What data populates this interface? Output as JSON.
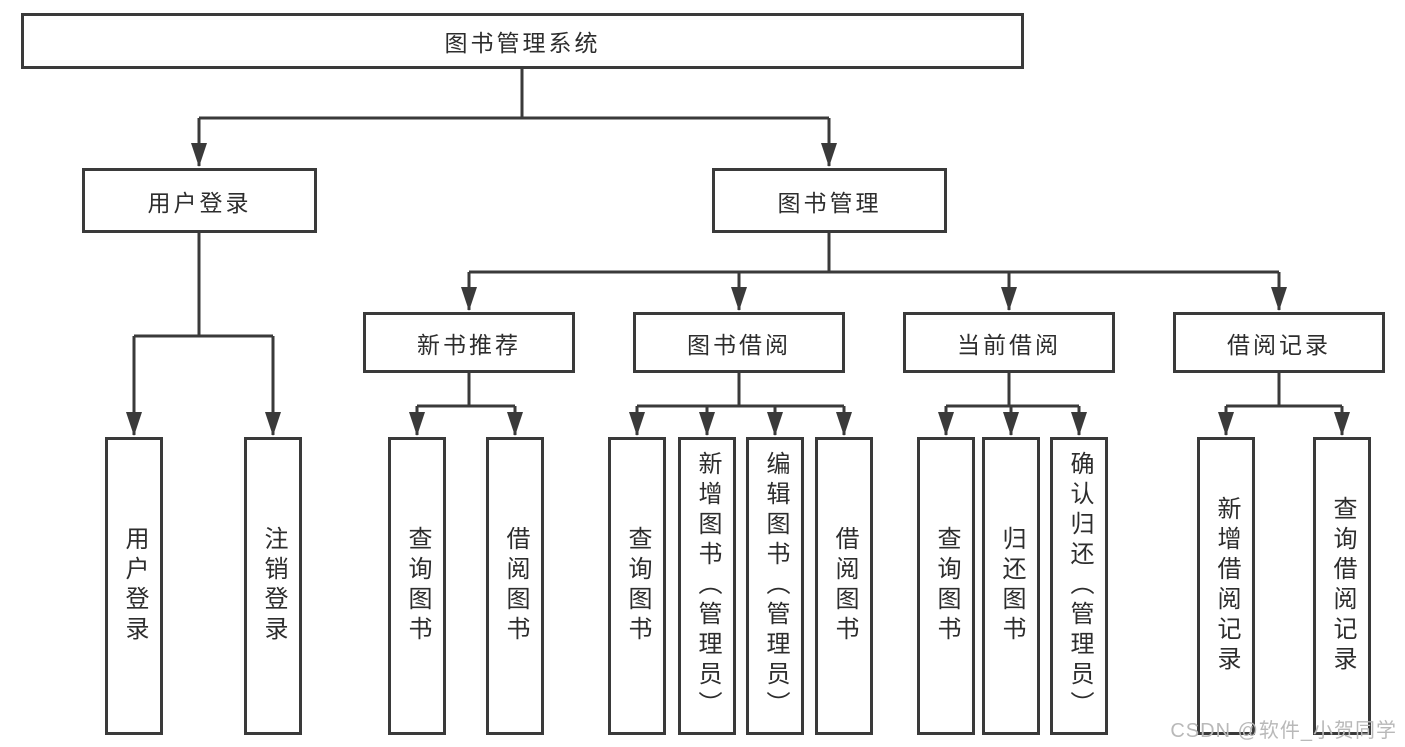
{
  "tree": {
    "root": {
      "label": "图书管理系统"
    },
    "level1": [
      {
        "label": "用户登录",
        "children": [
          {
            "label": "用户登录"
          },
          {
            "label": "注销登录"
          }
        ]
      },
      {
        "label": "图书管理",
        "children": [
          {
            "label": "新书推荐",
            "children": [
              {
                "label": "查询图书"
              },
              {
                "label": "借阅图书"
              }
            ]
          },
          {
            "label": "图书借阅",
            "children": [
              {
                "label": "查询图书"
              },
              {
                "label": "新增图书（管理员）"
              },
              {
                "label": "编辑图书（管理员）"
              },
              {
                "label": "借阅图书"
              }
            ]
          },
          {
            "label": "当前借阅",
            "children": [
              {
                "label": "查询图书"
              },
              {
                "label": "归还图书"
              },
              {
                "label": "确认归还（管理员）"
              }
            ]
          },
          {
            "label": "借阅记录",
            "children": [
              {
                "label": "新增借阅记录"
              },
              {
                "label": "查询借阅记录"
              }
            ]
          }
        ]
      }
    ]
  },
  "watermark": "CSDN @软件_小贺同学",
  "colors": {
    "line": "#3a3a3a",
    "text": "#2d2d2d",
    "watermark": "#b9b9b9",
    "background": "#ffffff"
  }
}
